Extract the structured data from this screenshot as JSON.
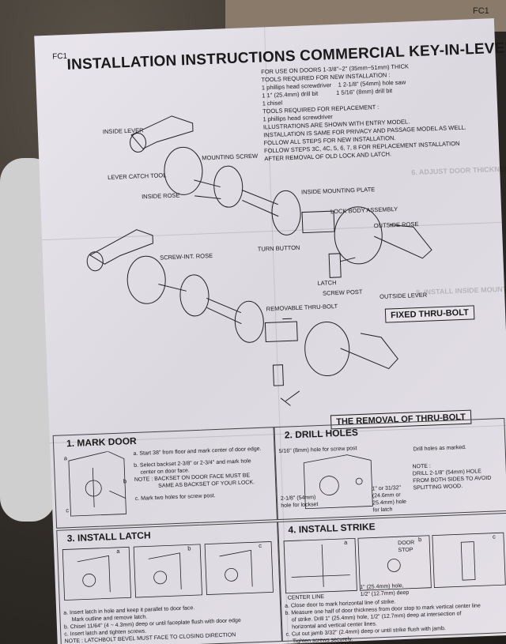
{
  "corner_code": "FC1",
  "doc": {
    "code": "FC1",
    "title": "INSTALLATION INSTRUCTIONS COMMERCIAL KEY-IN-LEVER",
    "tools": [
      "FOR USE ON DOORS 1-3/8\"~2\" (35mm~51mm) THICK",
      "TOOLS REQUIRED FOR NEW INSTALLATION :",
      "1 phillips head screwdriver",
      "1 2-1/8\" (54mm) hole saw",
      "1 1\" (25.4mm) drill bit",
      "1 5/16\" (8mm) drill bit",
      "1 chisel",
      "TOOLS REQUIRED FOR REPLACEMENT :",
      "1 phillips head screwdriver"
    ],
    "illustration_notes": [
      "ILLUSTRATIONS ARE SHOWN WITH ENTRY MODEL.",
      "INSTALLATION IS SAME FOR PRIVACY AND PASSAGE MODEL AS WELL.",
      "FOLLOW ALL STEPS FOR NEW INSTALLATION.",
      "FOLLOW STEPS 3C, 4C, 5, 6, 7, 8 FOR REPLACEMENT INSTALLATION",
      "AFTER REMOVAL OF OLD LOCK AND LATCH."
    ],
    "labels": {
      "inside_lever": "INSIDE LEVER",
      "lever_catch_tool": "LEVER CATCH TOOL",
      "mounting_screw": "MOUNTING SCREW",
      "inside_rose": "INSIDE ROSE",
      "inside_mounting_plate": "INSIDE MOUNTING PLATE",
      "lock_body_assembly": "LOCK BODY ASSEMBLY",
      "outside_rose": "OUTSIDE ROSE",
      "turn_button": "TURN BUTTON",
      "screw_int_rose": "SCREW-INT. ROSE",
      "latch": "LATCH",
      "screw_post": "SCREW POST",
      "outside_lever": "OUTSIDE LEVER",
      "removable_thru_bolt": "REMOVABLE THRU-BOLT"
    },
    "fixed_thru_bolt": "FIXED THRU-BOLT",
    "removal_thru_bolt": "THE REMOVAL OF THRU-BOLT",
    "mark_door": {
      "title": "1. MARK DOOR",
      "steps": [
        "a. Start 38\" from floor and mark center of door edge.",
        "b. Select backset 2-3/8\" or 2-3/4\" and mark hole",
        "center on door face.",
        "NOTE : BACKSET ON DOOR FACE MUST BE",
        "SAME AS BACKSET OF YOUR LOCK.",
        "c. Mark two holes for screw post."
      ]
    },
    "drill_holes": {
      "title": "2. DRILL HOLES",
      "screw_post_hole": "5/16\" (8mm) hole for screw post",
      "drill_as_marked": "Drill holes as marked.",
      "lockset_hole_1": "2-1/8\" (54mm)",
      "lockset_hole_2": "hole for lockset",
      "latch_hole_1": "1\" or 31/32\"",
      "latch_hole_2": "(24.6mm or",
      "latch_hole_3": "25.4mm) hole",
      "latch_hole_4": "for latch",
      "note_1": "NOTE :",
      "note_2": "DRILL 2-1/8\" (54mm) HOLE",
      "note_3": "FROM BOTH SIDES TO AVOID",
      "note_4": "SPLITTING WOOD."
    },
    "install_latch": {
      "title": "3. INSTALL LATCH",
      "steps": [
        "a. Insert latch in hole and keep it parallel to door face.",
        "Mark outline and remove latch.",
        "b. Chisel 11/64\" (4 ~ 4.3mm) deep or until faceplate flush with door edge",
        "c. Insert latch and tighten screws.",
        "NOTE : LATCHBOLT BEVEL MUST FACE TO CLOSING DIRECTION"
      ]
    },
    "install_strike": {
      "title": "4. INSTALL STRIKE",
      "door_stop_1": "DOOR",
      "door_stop_2": "STOP",
      "center_line": "CENTER LINE",
      "hole_1": "1\" (25.4mm) hole,",
      "hole_2": "1/2\" (12.7mm) deep",
      "steps": [
        "a. Close door to mark horizontal line of strike.",
        "b. Measure one half of door thickness from door stop to mark vertical center line",
        "of strike. Drill 1\" (25.4mm) hole, 1/2\" (12.7mm) deep at intersection of",
        "horizontal and vertical center lines.",
        "c. Cut out jamb 3/32\" (2.4mm) deep or until strike flush with jamb.",
        "Tighten screws securely."
      ]
    },
    "step_letters": [
      "a",
      "b",
      "c"
    ]
  }
}
